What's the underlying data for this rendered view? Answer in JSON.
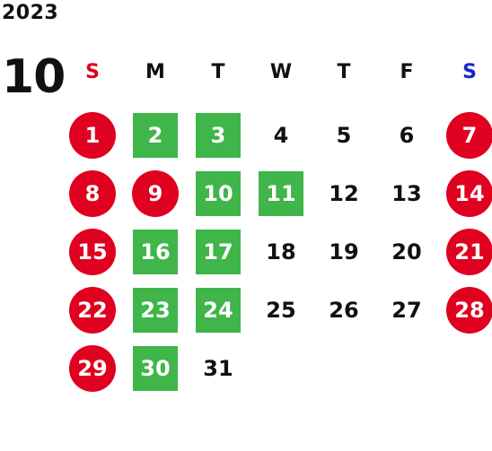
{
  "year": "2023",
  "month": "10",
  "colors": {
    "holiday": "#e0001f",
    "closed": "#3fb54a",
    "sunday_label": "#e0001f",
    "saturday_label": "#1428c8",
    "text": "#111111"
  },
  "weekdays": [
    {
      "label": "S",
      "color": "#e0001f"
    },
    {
      "label": "M",
      "color": "#111111"
    },
    {
      "label": "T",
      "color": "#111111"
    },
    {
      "label": "W",
      "color": "#111111"
    },
    {
      "label": "T",
      "color": "#111111"
    },
    {
      "label": "F",
      "color": "#111111"
    },
    {
      "label": "S",
      "color": "#1428c8"
    }
  ],
  "days": [
    {
      "day": "1",
      "mark": "red"
    },
    {
      "day": "2",
      "mark": "green"
    },
    {
      "day": "3",
      "mark": "green"
    },
    {
      "day": "4",
      "mark": ""
    },
    {
      "day": "5",
      "mark": ""
    },
    {
      "day": "6",
      "mark": ""
    },
    {
      "day": "7",
      "mark": "red"
    },
    {
      "day": "8",
      "mark": "red"
    },
    {
      "day": "9",
      "mark": "red"
    },
    {
      "day": "10",
      "mark": "green"
    },
    {
      "day": "11",
      "mark": "green"
    },
    {
      "day": "12",
      "mark": ""
    },
    {
      "day": "13",
      "mark": ""
    },
    {
      "day": "14",
      "mark": "red"
    },
    {
      "day": "15",
      "mark": "red"
    },
    {
      "day": "16",
      "mark": "green"
    },
    {
      "day": "17",
      "mark": "green"
    },
    {
      "day": "18",
      "mark": ""
    },
    {
      "day": "19",
      "mark": ""
    },
    {
      "day": "20",
      "mark": ""
    },
    {
      "day": "21",
      "mark": "red"
    },
    {
      "day": "22",
      "mark": "red"
    },
    {
      "day": "23",
      "mark": "green"
    },
    {
      "day": "24",
      "mark": "green"
    },
    {
      "day": "25",
      "mark": ""
    },
    {
      "day": "26",
      "mark": ""
    },
    {
      "day": "27",
      "mark": ""
    },
    {
      "day": "28",
      "mark": "red"
    },
    {
      "day": "29",
      "mark": "red"
    },
    {
      "day": "30",
      "mark": "green"
    },
    {
      "day": "31",
      "mark": ""
    }
  ]
}
